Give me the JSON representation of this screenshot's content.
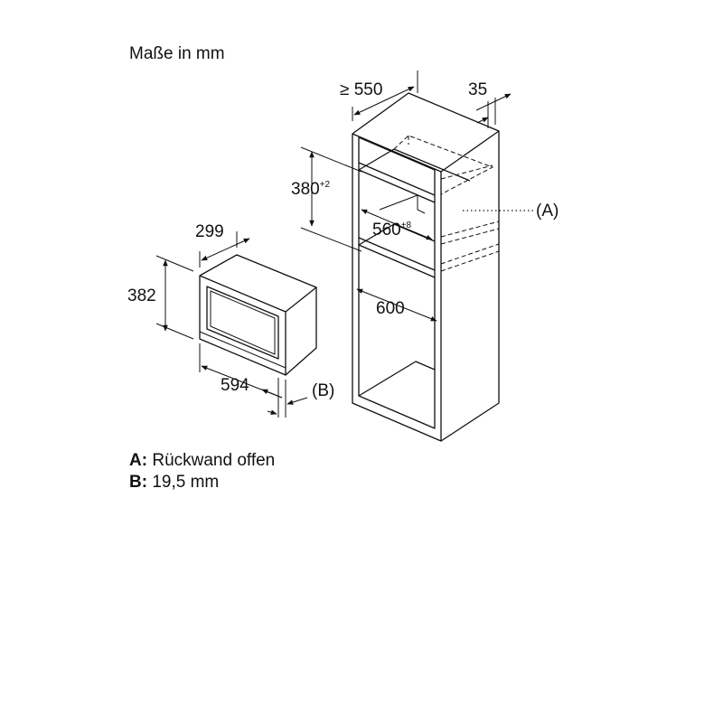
{
  "title": "Maße in mm",
  "dimensions": {
    "niche_depth": "≥ 550",
    "niche_depth_side": "35",
    "niche_height": "380",
    "niche_height_tol": "+2",
    "niche_width": "560",
    "niche_width_tol": "+8",
    "cabinet_width": "600",
    "appliance_depth": "299",
    "appliance_height": "382",
    "appliance_width": "594"
  },
  "callouts": {
    "a": "(A)",
    "b": "(B)"
  },
  "legend": [
    {
      "key": "A:",
      "text": "Rückwand offen"
    },
    {
      "key": "B:",
      "text": "19,5 mm"
    }
  ]
}
